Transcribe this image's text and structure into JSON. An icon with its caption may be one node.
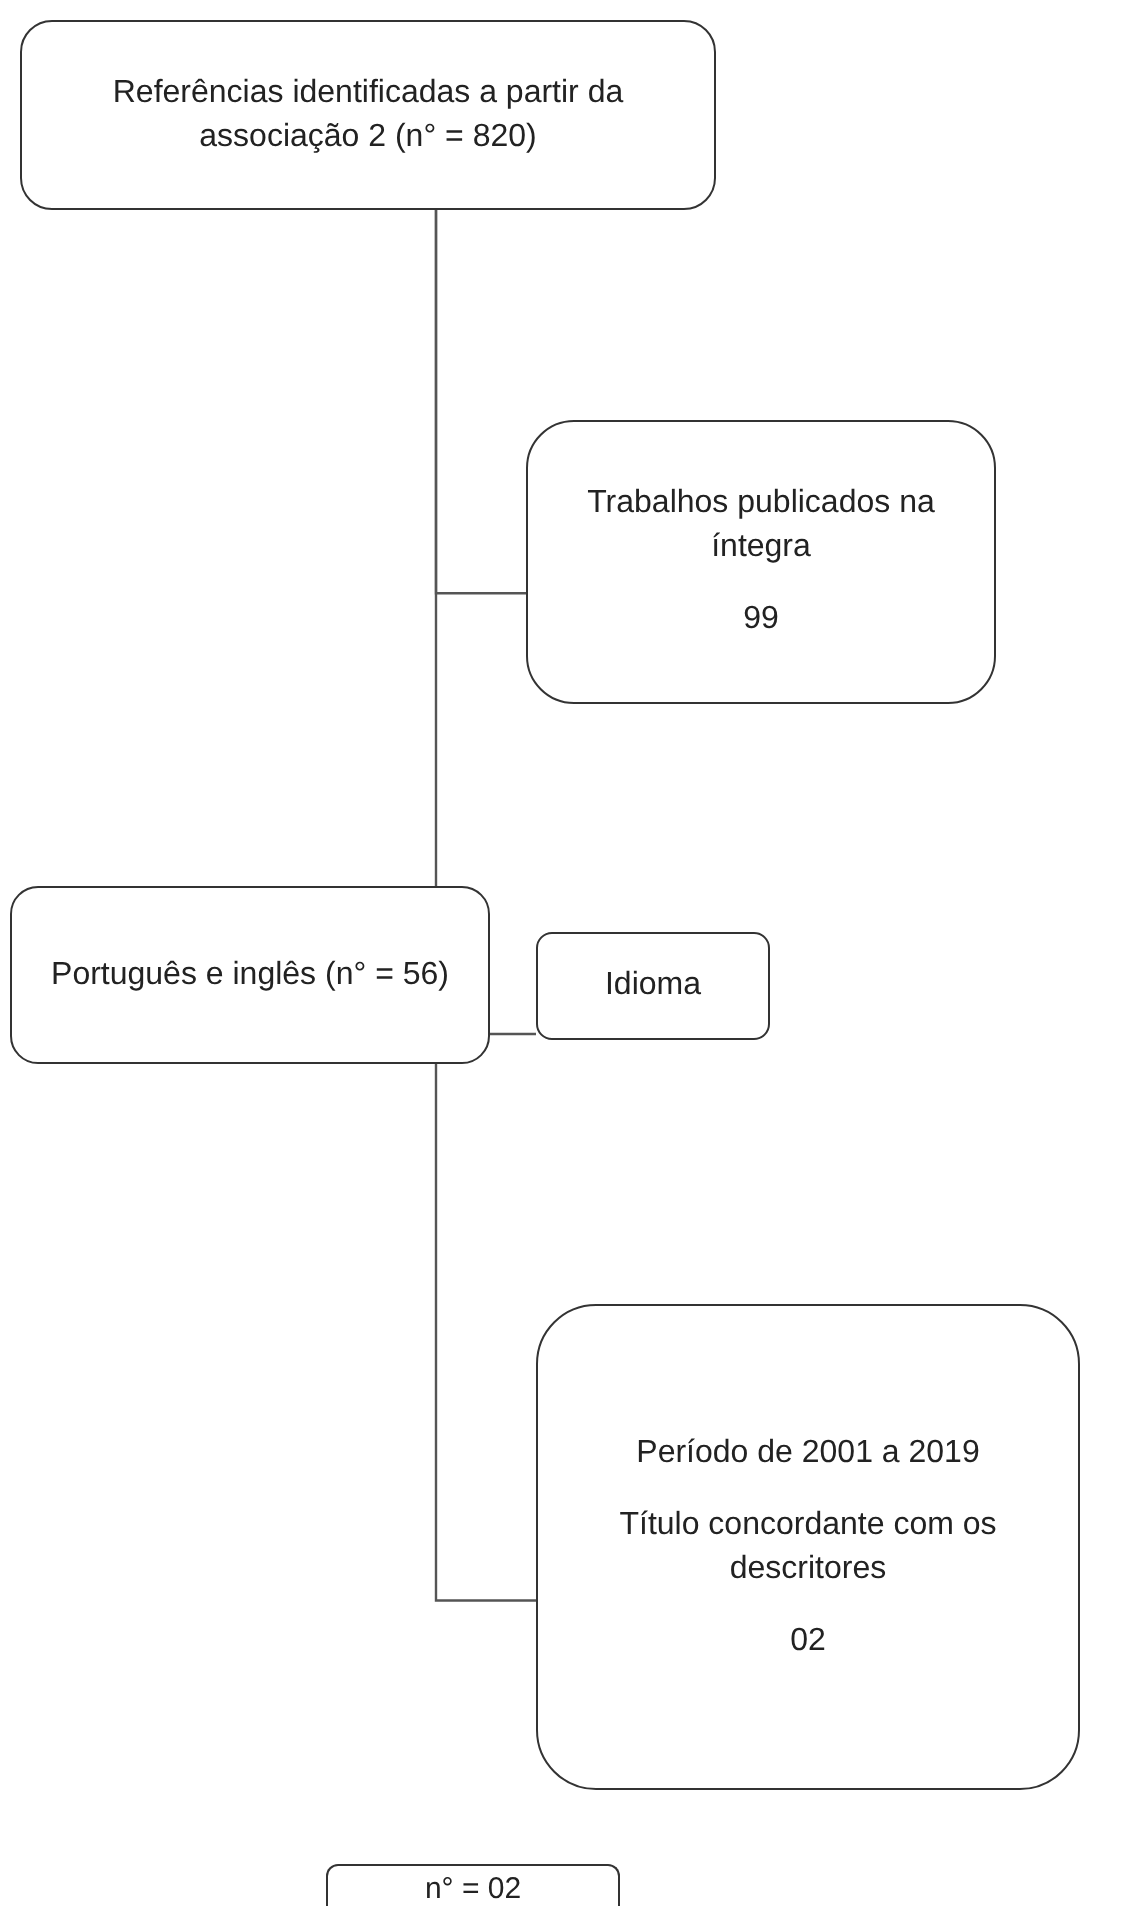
{
  "diagram": {
    "nodes": [
      {
        "text": [
          "Referências identificadas a partir da associação 2 (n° = 820)"
        ]
      },
      {
        "text": [
          "Trabalhos publicados na íntegra",
          "99"
        ]
      },
      {
        "text": [
          "Português e inglês (n° = 56)"
        ]
      },
      {
        "text": [
          "Idioma"
        ]
      },
      {
        "text": [
          "Período de 2001 a 2019",
          "Título concordante com os descritores",
          "02"
        ]
      },
      {
        "text": [
          "n° = 02"
        ]
      }
    ],
    "edges": [
      {
        "from": 0,
        "to": 1,
        "arrow": "none"
      },
      {
        "from": 0,
        "to": 2,
        "arrow": "none"
      },
      {
        "from": 2,
        "to": 3,
        "arrow": "none"
      },
      {
        "from": 2,
        "to": 4,
        "arrow": "none"
      }
    ]
  }
}
